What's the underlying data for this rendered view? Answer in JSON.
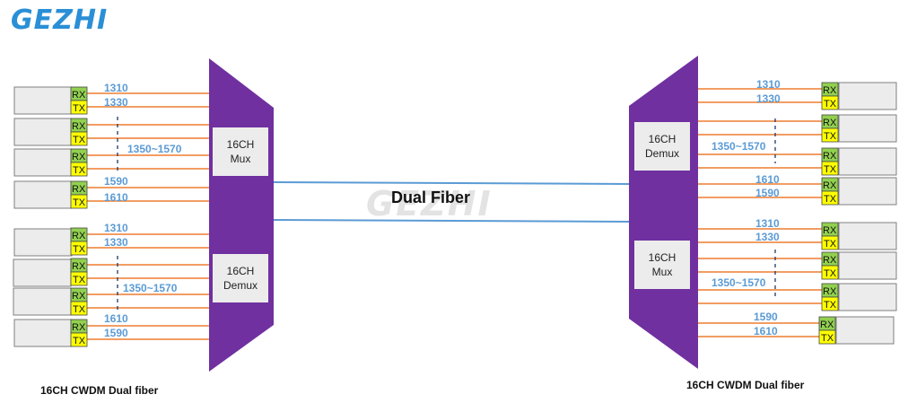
{
  "brand": {
    "logo": "GEZHI",
    "watermark": "GEZHI"
  },
  "link_label": "Dual Fiber",
  "colors": {
    "mux_body": "#7030a0",
    "fiber": "#5b9bd5",
    "channel_line": "#ed7d31",
    "rx_port": "#92d050",
    "tx_port": "#ffff00",
    "wavelength_text": "#5b9bd5"
  },
  "left_site": {
    "caption": "16CH CWDM Dual fiber",
    "mux_label": [
      "16CH",
      "Mux"
    ],
    "demux_label": [
      "16CH",
      "Demux"
    ],
    "ports": [
      [
        "RX",
        "TX"
      ],
      [
        "RX",
        "TX"
      ],
      [
        "RX",
        "TX"
      ],
      [
        "RX",
        "TX"
      ],
      [
        "RX",
        "TX"
      ],
      [
        "RX",
        "TX"
      ],
      [
        "RX",
        "TX"
      ],
      [
        "RX",
        "TX"
      ]
    ],
    "wavelengths": [
      "1310",
      "1330",
      "1350~1570",
      "1590",
      "1610",
      "1310",
      "1330",
      "1350~1570",
      "1610",
      "1590"
    ]
  },
  "right_site": {
    "caption": "16CH CWDM Dual fiber",
    "demux_label": [
      "16CH",
      "Demux"
    ],
    "mux_label": [
      "16CH",
      "Mux"
    ],
    "ports": [
      [
        "RX",
        "TX"
      ],
      [
        "RX",
        "TX"
      ],
      [
        "RX",
        "TX"
      ],
      [
        "RX",
        "TX"
      ],
      [
        "RX",
        "TX"
      ],
      [
        "RX",
        "TX"
      ],
      [
        "RX",
        "TX"
      ],
      [
        "RX",
        "TX"
      ]
    ],
    "wavelengths": [
      "1310",
      "1330",
      "1350~1570",
      "1610",
      "1590",
      "1310",
      "1330",
      "1350~1570",
      "1590",
      "1610"
    ]
  }
}
